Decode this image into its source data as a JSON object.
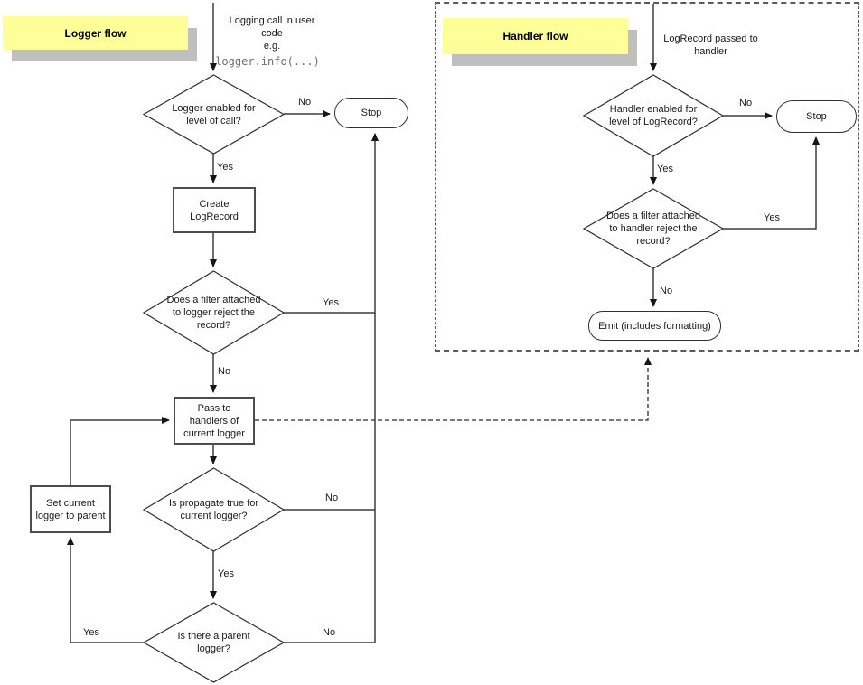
{
  "colors": {
    "background": "#ffffff",
    "note_bg": "#ffff99",
    "note_shadow": "#bfbfbf",
    "line": "#3d3d3d",
    "shape_border": "#2e2e2e",
    "code_text": "#6e6e6e"
  },
  "labels": {
    "yes": "Yes",
    "no": "No"
  },
  "logger_flow": {
    "note": "Logger flow",
    "entry_text": "Logging call in user\ncode\ne.g.",
    "entry_code": "logger.info(...)",
    "nodes": {
      "enabled_check": "Logger enabled for\nlevel of call?",
      "stop": "Stop",
      "create_logrecord": "Create\nLogRecord",
      "filter_check": "Does a filter attached\nto logger reject the\nrecord?",
      "pass_to_handlers": "Pass to\nhandlers of\ncurrent logger",
      "propagate_check": "Is propagate true for\ncurrent logger?",
      "set_current_logger": "Set current\nlogger to parent",
      "parent_check": "Is there a parent\nlogger?"
    }
  },
  "handler_flow": {
    "note": "Handler flow",
    "entry_text": "LogRecord passed to\nhandler",
    "nodes": {
      "enabled_check": "Handler enabled for\nlevel of LogRecord?",
      "stop": "Stop",
      "filter_check": "Does a filter attached\nto handler reject the\nrecord?",
      "emit": "Emit (includes formatting)"
    }
  }
}
